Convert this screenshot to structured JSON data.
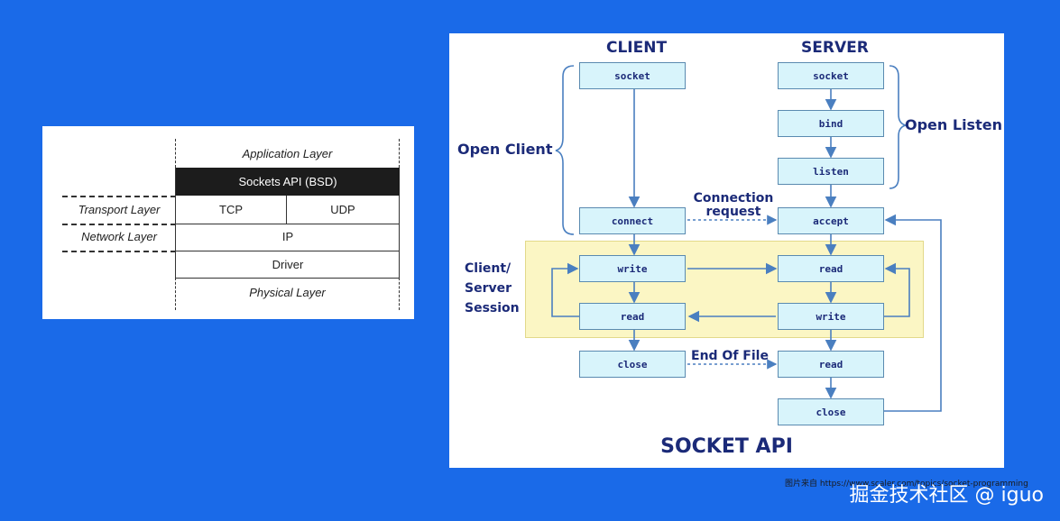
{
  "layers": {
    "application": "Application Layer",
    "sockets_api": "Sockets API (BSD)",
    "transport_label": "Transport Layer",
    "tcp": "TCP",
    "udp": "UDP",
    "network_label": "Network Layer",
    "ip": "IP",
    "driver": "Driver",
    "physical": "Physical Layer"
  },
  "socket_api": {
    "client_title": "CLIENT",
    "server_title": "SERVER",
    "open_client": "Open Client",
    "open_listen": "Open Listen",
    "connection_request": [
      "Connection",
      "request"
    ],
    "session_label": [
      "Client/",
      "Server",
      "Session"
    ],
    "end_of_file": "End Of File",
    "footer_title": "SOCKET API",
    "client_boxes": {
      "socket": "socket",
      "connect": "connect",
      "write": "write",
      "read": "read",
      "close": "close"
    },
    "server_boxes": {
      "socket": "socket",
      "bind": "bind",
      "listen": "listen",
      "accept": "accept",
      "read": "read",
      "write": "write",
      "read_eof": "read",
      "close": "close"
    },
    "colors": {
      "box_fill": "#d8f4fb",
      "box_border": "#5a8ab0",
      "text": "#1b2a78",
      "arrow": "#4a7fc0",
      "session_bg": "#fbf6c4"
    }
  },
  "footer": {
    "credit": "图片来自 https://www.scaler.com/topics/socket-programming",
    "watermark": "掘金技术社区 @ iguo"
  }
}
